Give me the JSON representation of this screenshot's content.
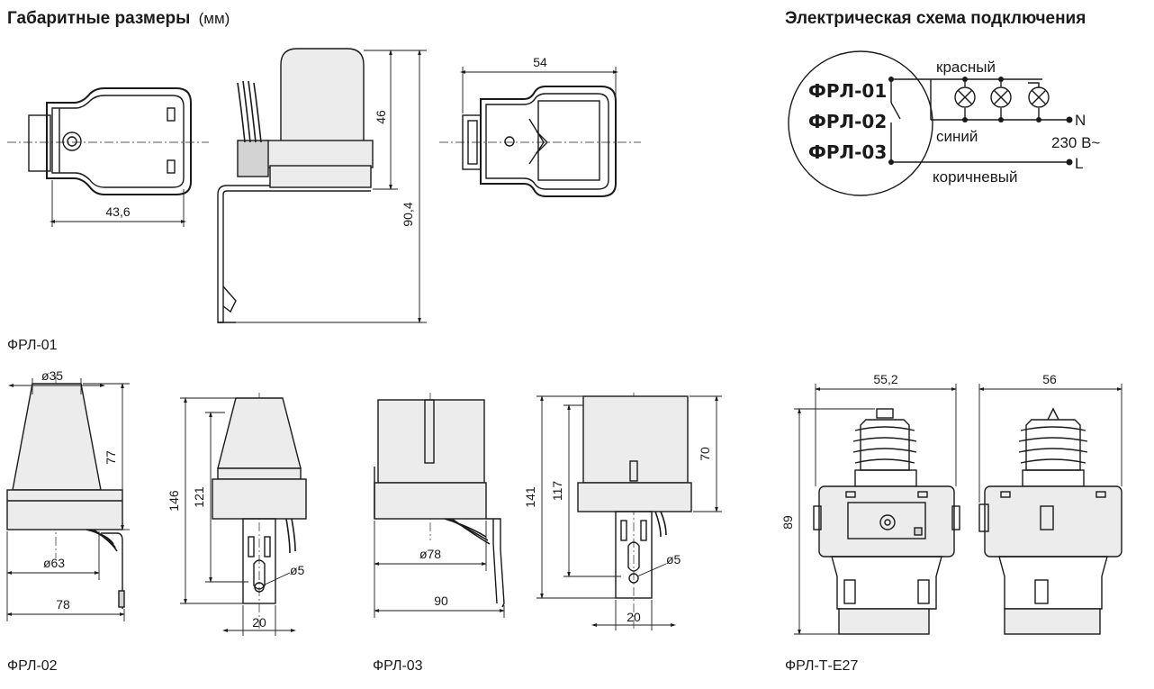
{
  "headings": {
    "dimensions_title": "Габаритные размеры",
    "dimensions_unit": "(мм)",
    "scheme_title": "Электрическая схема подключения"
  },
  "captions": {
    "frl01": "ФРЛ-01",
    "frl02": "ФРЛ-02",
    "frl03": "ФРЛ-03",
    "frlte27": "ФРЛ-Т-Е27"
  },
  "dimensions": {
    "frl01_width": "43,6",
    "frl01_head_height": "46",
    "frl01_total_height": "90,4",
    "frl01_top_width": "54",
    "frl02_top_diameter": "ø35",
    "frl02_cap_height": "77",
    "frl02_base_diameter": "ø63",
    "frl02_total_width": "78",
    "frl02_total_height": "146",
    "frl02_body_height": "121",
    "frl02_hole": "ø5",
    "frl02_bracket": "20",
    "frl03_diameter": "ø78",
    "frl03_total_width": "90",
    "frl03_total_height": "141",
    "frl03_body_height": "117",
    "frl03_cap_height": "70",
    "frl03_hole": "ø5",
    "frl03_bracket": "20",
    "e27_front_width": "55,2",
    "e27_side_width": "56",
    "e27_height": "89"
  },
  "scheme": {
    "models": [
      "ФРЛ-01",
      "ФРЛ-02",
      "ФРЛ-03"
    ],
    "wire_red": "красный",
    "wire_blue": "синий",
    "wire_brown": "коричневый",
    "terminal_n": "N",
    "terminal_l": "L",
    "voltage": "230 В~"
  }
}
